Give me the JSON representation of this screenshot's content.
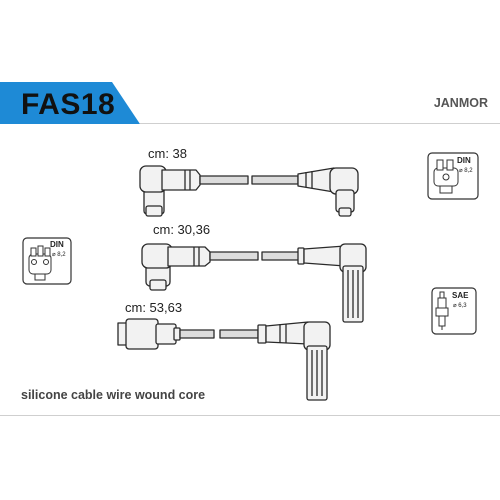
{
  "header": {
    "code": "FAS18",
    "brand": "JANMOR"
  },
  "cables": [
    {
      "label": "cm: 38"
    },
    {
      "label": "cm: 30,36"
    },
    {
      "label": "cm: 53,63"
    }
  ],
  "icons": {
    "distributor_din": {
      "name": "distributor-cap-icon",
      "standard": "DIN",
      "size": "⌀ 8,2"
    },
    "coil_din": {
      "name": "ignition-coil-icon",
      "standard": "DIN",
      "size": "⌀ 8,2"
    },
    "plug_sae": {
      "name": "spark-plug-icon",
      "standard": "SAE",
      "size": "⌀ 6,3"
    }
  },
  "footer": {
    "description": "silicone cable wire wound core"
  },
  "colors": {
    "accent": "#1e8ad6",
    "cable": "#dcdcdc",
    "outline": "#2a2a2a"
  }
}
